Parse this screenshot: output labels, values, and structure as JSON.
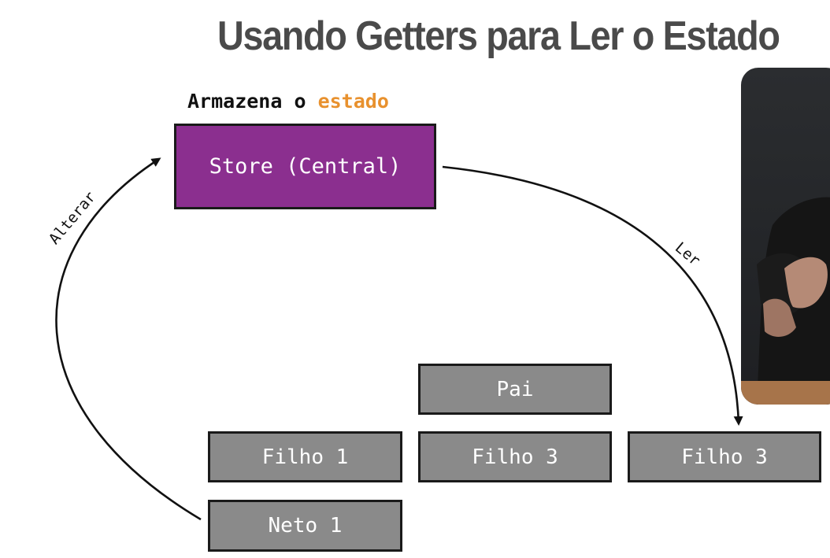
{
  "title": "Usando Getters para Ler o Estado",
  "store_caption": {
    "prefix": "Armazena o",
    "highlight": "estado",
    "highlight_color": "#e8912e"
  },
  "nodes": {
    "store": {
      "label": "Store (Central)",
      "color": "#8b2f8f"
    },
    "pai": {
      "label": "Pai",
      "color": "#8a8a8a"
    },
    "filho_a": {
      "label": "Filho 1",
      "color": "#8a8a8a"
    },
    "filho_b": {
      "label": "Filho 3",
      "color": "#8a8a8a"
    },
    "filho_c": {
      "label": "Filho 3",
      "color": "#8a8a8a"
    },
    "neto": {
      "label": "Neto 1",
      "color": "#8a8a8a"
    }
  },
  "edges": [
    {
      "from": "neto",
      "to": "store",
      "label": "Alterar"
    },
    {
      "from": "store",
      "to": "filho_c",
      "label": "Ler"
    }
  ],
  "presenter": {
    "icon": "presenter-video-feed"
  }
}
